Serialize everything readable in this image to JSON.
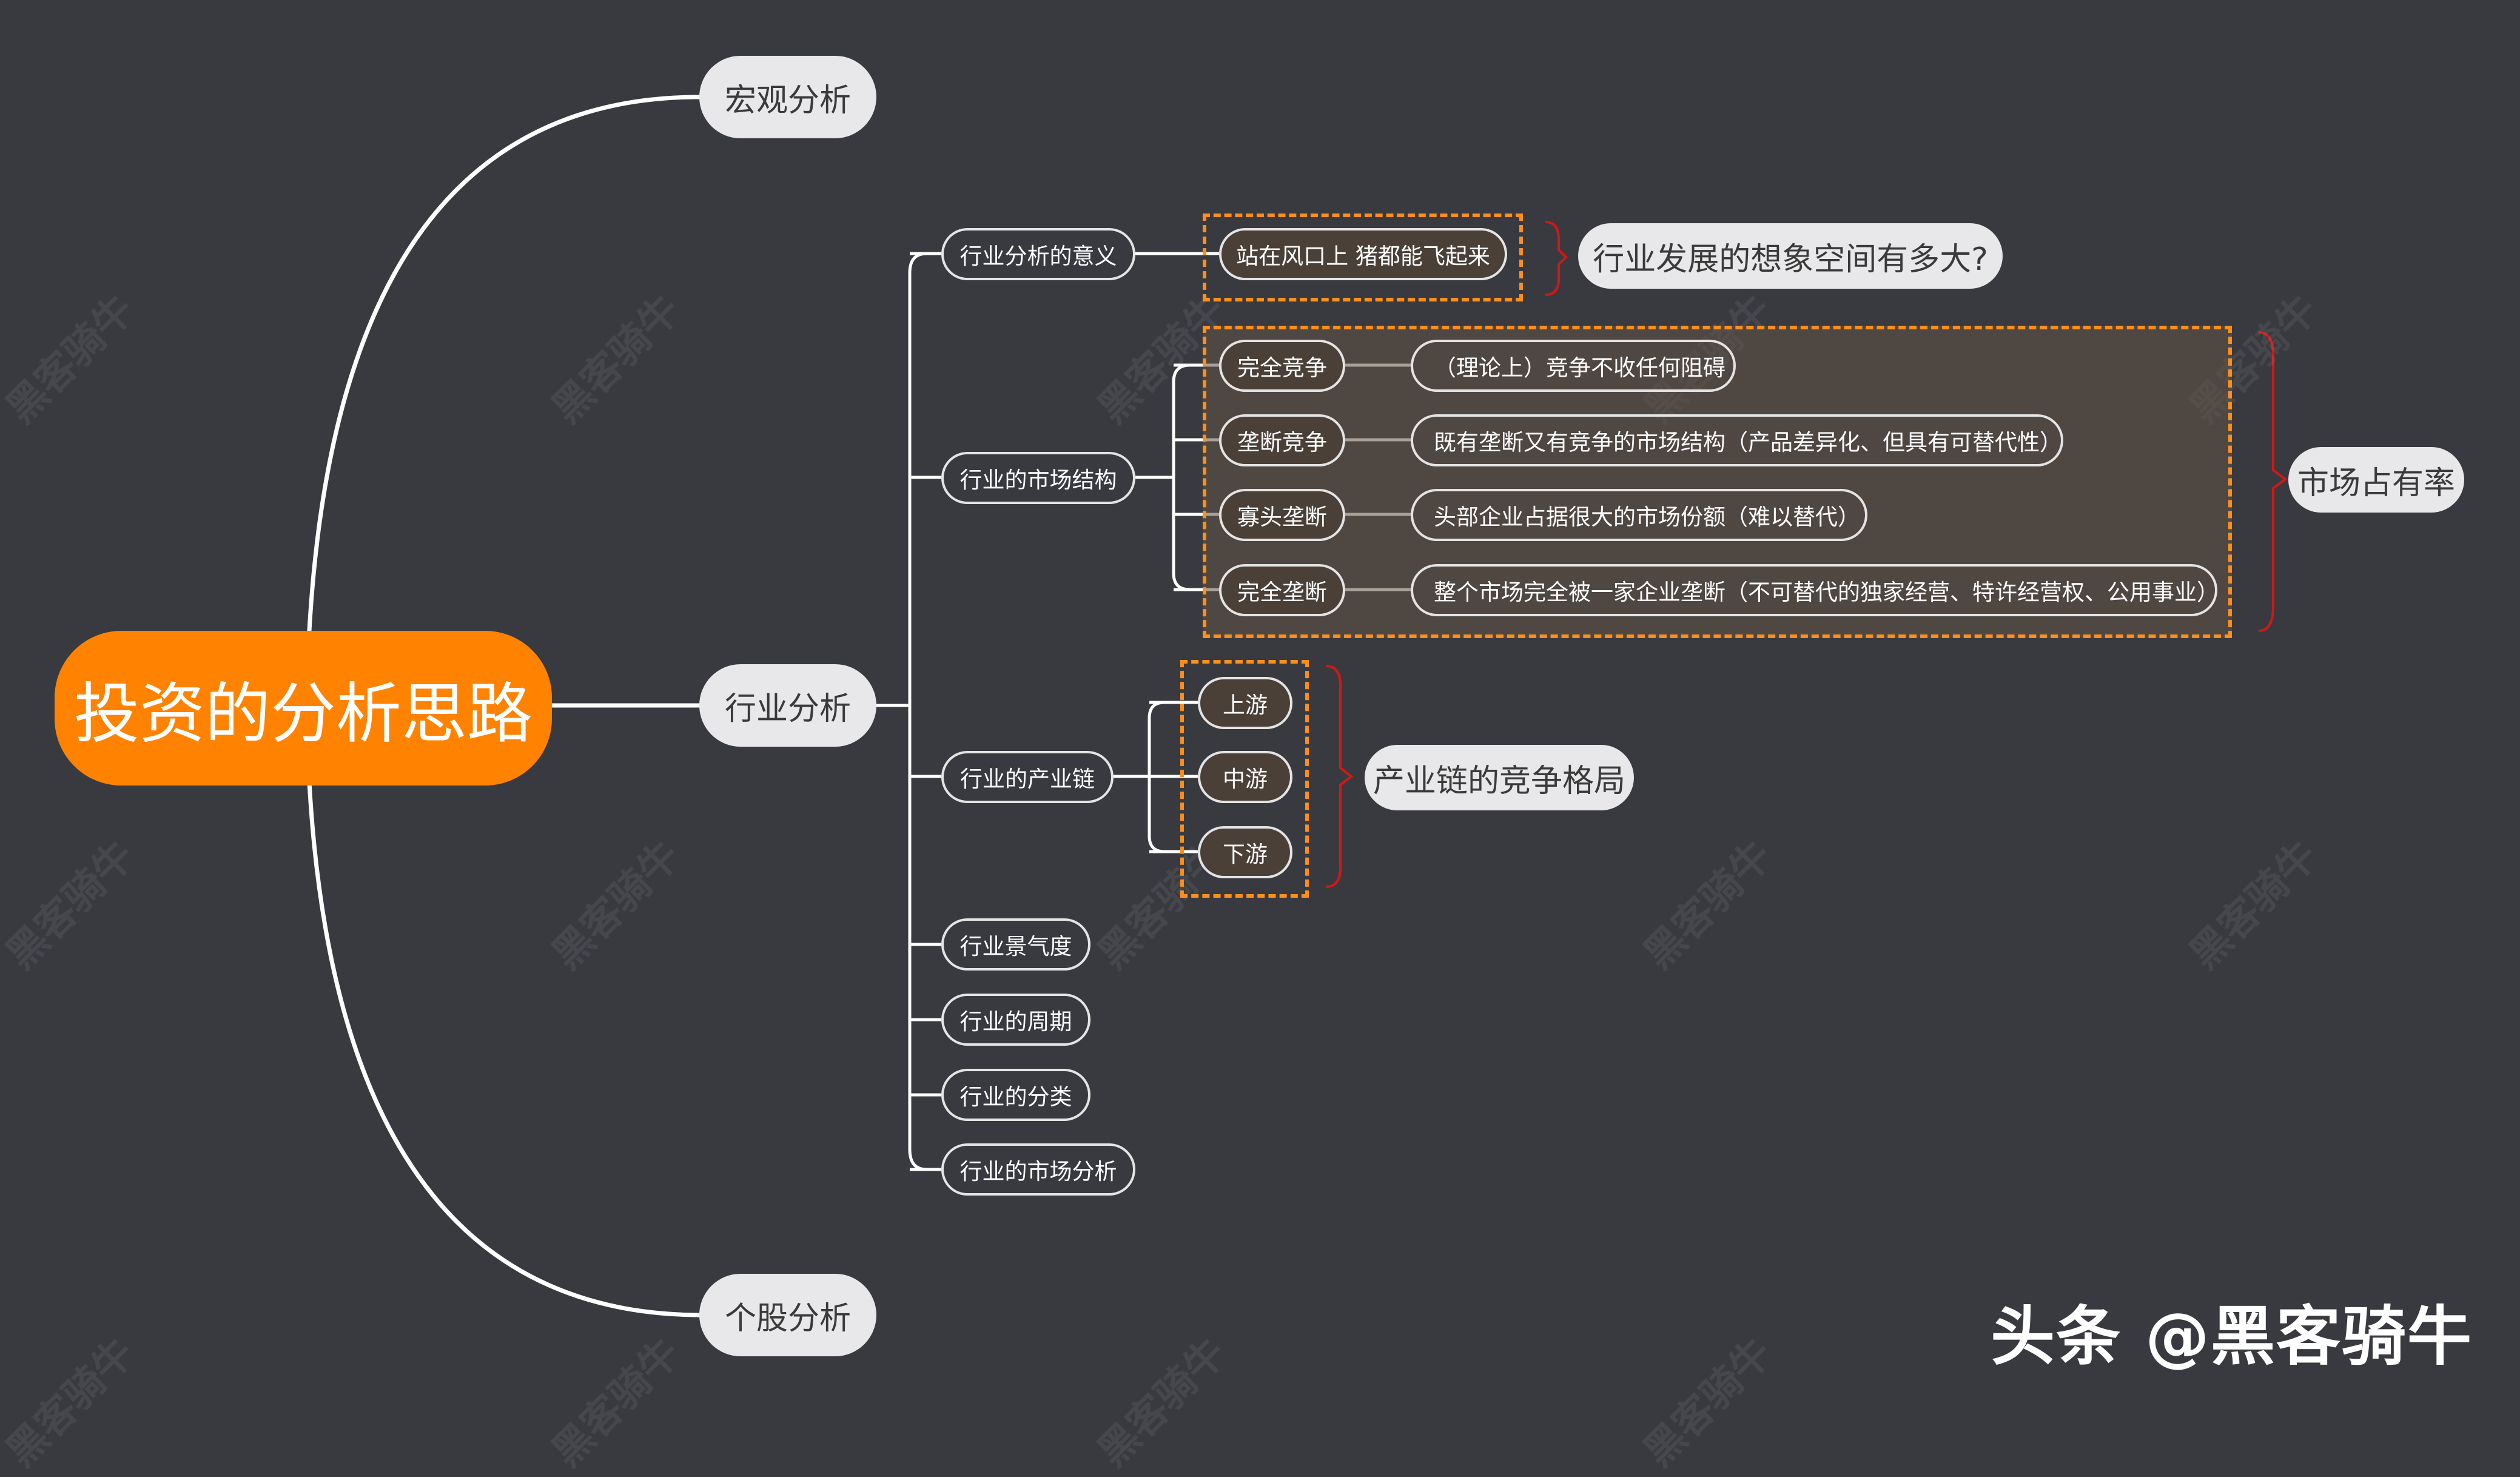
{
  "root": {
    "label": "投资的分析思路"
  },
  "level1": {
    "macro": "宏观分析",
    "industry": "行业分析",
    "stock": "个股分析"
  },
  "industry_children": {
    "meaning": "行业分析的意义",
    "structure": "行业的市场结构",
    "chain": "行业的产业链",
    "prosperity": "行业景气度",
    "cycle": "行业的周期",
    "classification": "行业的分类",
    "market_analysis": "行业的市场分析"
  },
  "meaning_detail": {
    "node": "站在风口上 猪都能飞起来",
    "summary": "行业发展的想象空间有多大?"
  },
  "market_structure": {
    "items": [
      {
        "label": "完全竞争",
        "desc": "（理论上）竞争不收任何阻碍"
      },
      {
        "label": "垄断竞争",
        "desc": "既有垄断又有竞争的市场结构（产品差异化、但具有可替代性）"
      },
      {
        "label": "寡头垄断",
        "desc": "头部企业占据很大的市场份额（难以替代）"
      },
      {
        "label": "完全垄断",
        "desc": "整个市场完全被一家企业垄断（不可替代的独家经营、特许经营权、公用事业）"
      }
    ],
    "summary": "市场占有率"
  },
  "industry_chain": {
    "items": [
      "上游",
      "中游",
      "下游"
    ],
    "summary": "产业链的竞争格局"
  },
  "watermark": "黑客骑牛",
  "credit": "头条 @黑客骑牛",
  "colors": {
    "background": "#383a40",
    "root": "#ff8300",
    "dashed_box": "#ff8f1c",
    "bracket": "#d01818",
    "line": "#ffffff"
  }
}
